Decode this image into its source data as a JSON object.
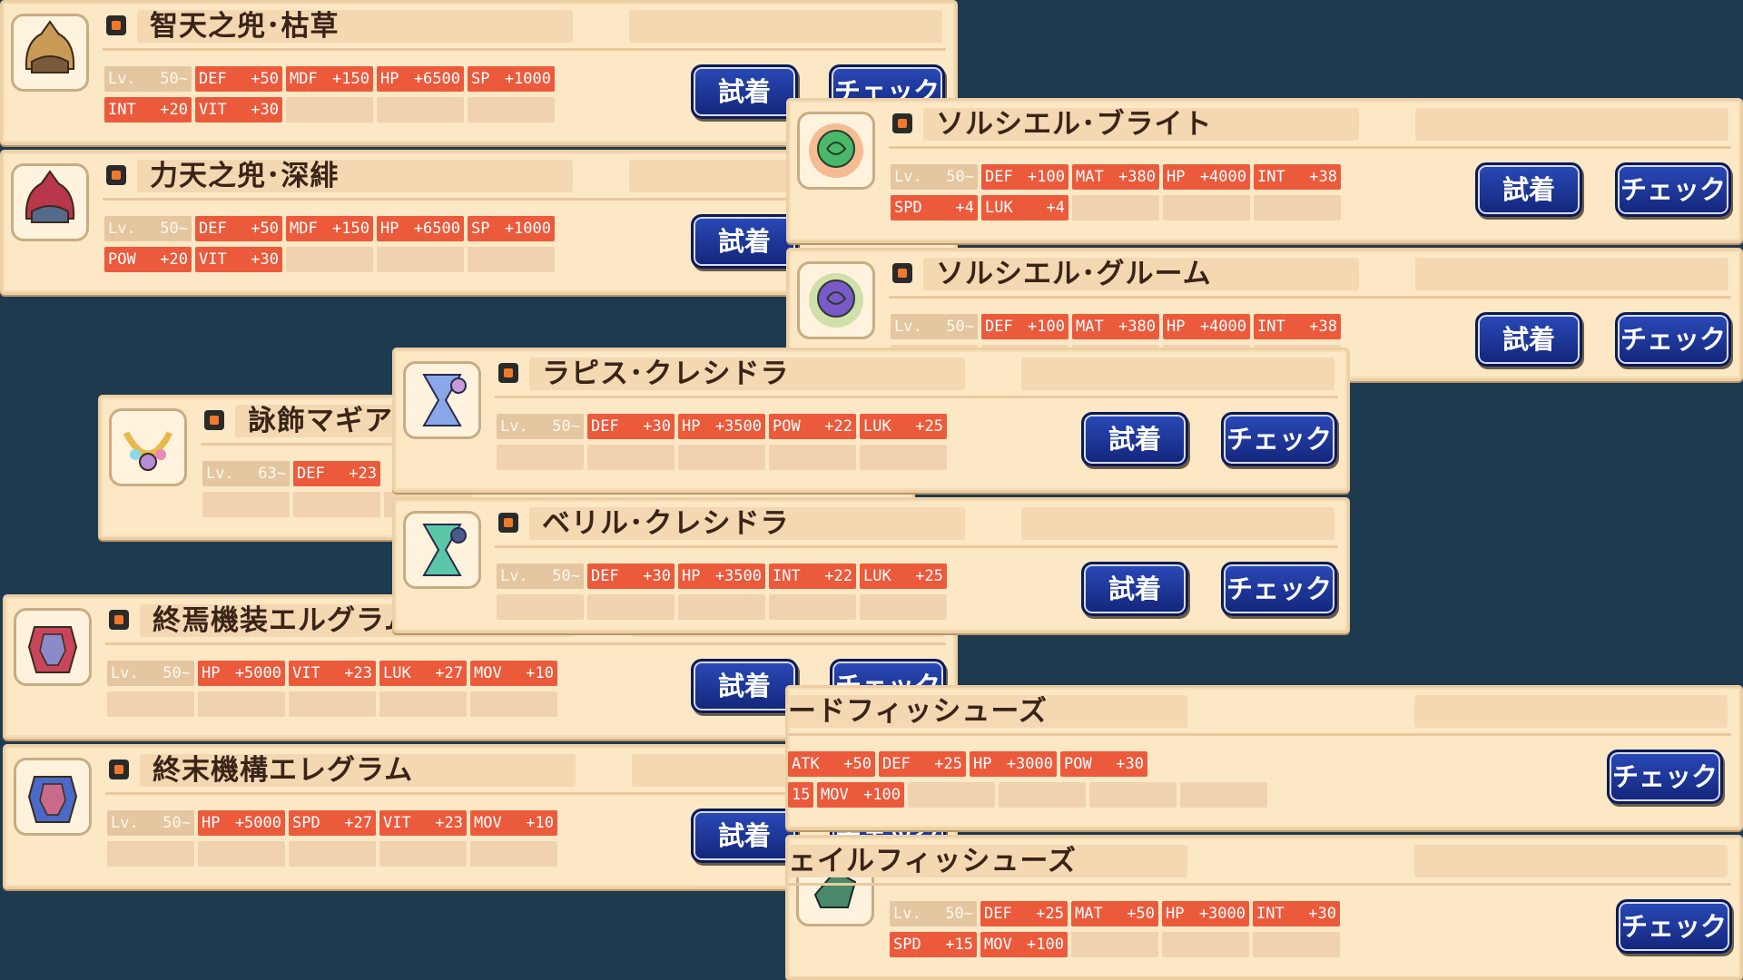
{
  "buttons": {
    "try": "試着",
    "check": "チェック"
  },
  "cards": [
    {
      "id": "chiten",
      "name": "智天之兜･枯草",
      "icon": "helmet-icon",
      "c1": "#c89a56",
      "c2": "#7a5a3a",
      "row1": [
        [
          "Lv.",
          "50~"
        ],
        [
          "DEF",
          "+50"
        ],
        [
          "MDF",
          "+150"
        ],
        [
          "HP",
          "+6500"
        ],
        [
          "SP",
          "+1000"
        ]
      ],
      "row2": [
        [
          "INT",
          "+20"
        ],
        [
          "VIT",
          "+30"
        ]
      ]
    },
    {
      "id": "rikiten",
      "name": "力天之兜･深緋",
      "icon": "helmet-icon",
      "c1": "#b8374a",
      "c2": "#556a8a",
      "row1": [
        [
          "Lv.",
          "50~"
        ],
        [
          "DEF",
          "+50"
        ],
        [
          "MDF",
          "+150"
        ],
        [
          "HP",
          "+6500"
        ],
        [
          "SP",
          "+1000"
        ]
      ],
      "row2": [
        [
          "POW",
          "+20"
        ],
        [
          "VIT",
          "+30"
        ]
      ]
    },
    {
      "id": "eisyoku",
      "name": "詠飾マギア",
      "icon": "necklace-icon",
      "c1": "#e8b84a",
      "c2": "#b48cd8",
      "row1": [
        [
          "Lv.",
          "63~"
        ],
        [
          "DEF",
          "+23"
        ]
      ],
      "row2": []
    },
    {
      "id": "shuen",
      "name": "終焉機装エルグラム",
      "icon": "armor-icon",
      "c1": "#c8465a",
      "c2": "#8a8ac8",
      "row1": [
        [
          "Lv.",
          "50~"
        ],
        [
          "HP",
          "+5000"
        ],
        [
          "VIT",
          "+23"
        ],
        [
          "LUK",
          "+27"
        ],
        [
          "MOV",
          "+10"
        ]
      ],
      "row2": []
    },
    {
      "id": "shumatsu",
      "name": "終末機構エレグラム",
      "icon": "armor-icon",
      "c1": "#4a6ac8",
      "c2": "#c86a8a",
      "row1": [
        [
          "Lv.",
          "50~"
        ],
        [
          "HP",
          "+5000"
        ],
        [
          "SPD",
          "+27"
        ],
        [
          "VIT",
          "+23"
        ],
        [
          "MOV",
          "+10"
        ]
      ],
      "row2": []
    },
    {
      "id": "sorciel-bright",
      "name": "ソルシエル･ブライト",
      "icon": "rose-icon",
      "c1": "#4ab86a",
      "c2": "#e87a3a",
      "row1": [
        [
          "Lv.",
          "50~"
        ],
        [
          "DEF",
          "+100"
        ],
        [
          "MAT",
          "+380"
        ],
        [
          "HP",
          "+4000"
        ],
        [
          "INT",
          "+38"
        ]
      ],
      "row2": [
        [
          "SPD",
          "+4"
        ],
        [
          "LUK",
          "+4"
        ]
      ]
    },
    {
      "id": "sorciel-gloom",
      "name": "ソルシエル･グルーム",
      "icon": "rose-icon",
      "c1": "#7a5ac8",
      "c2": "#9ac86a",
      "row1": [
        [
          "Lv.",
          "50~"
        ],
        [
          "DEF",
          "+100"
        ],
        [
          "MAT",
          "+380"
        ],
        [
          "HP",
          "+4000"
        ],
        [
          "INT",
          "+38"
        ]
      ],
      "row2": []
    },
    {
      "id": "lapis",
      "name": "ラピス･クレシドラ",
      "icon": "hourglass-icon",
      "c1": "#8aa8e8",
      "c2": "#c89ad8",
      "row1": [
        [
          "Lv.",
          "50~"
        ],
        [
          "DEF",
          "+30"
        ],
        [
          "HP",
          "+3500"
        ],
        [
          "POW",
          "+22"
        ],
        [
          "LUK",
          "+25"
        ]
      ],
      "row2": []
    },
    {
      "id": "beryl",
      "name": "ベリル･クレシドラ",
      "icon": "hourglass-icon",
      "c1": "#5ac8a8",
      "c2": "#4a5a8a",
      "row1": [
        [
          "Lv.",
          "50~"
        ],
        [
          "DEF",
          "+30"
        ],
        [
          "HP",
          "+3500"
        ],
        [
          "INT",
          "+22"
        ],
        [
          "LUK",
          "+25"
        ]
      ],
      "row2": []
    },
    {
      "id": "fish-hard",
      "name": "ードフィッシューズ",
      "icon": "shoe-icon",
      "c1": "#4a8a6a",
      "c2": "#2a3a4a",
      "row1": [
        [
          "ATK",
          "+50"
        ],
        [
          "DEF",
          "+25"
        ],
        [
          "HP",
          "+3000"
        ],
        [
          "POW",
          "+30"
        ]
      ],
      "row2": [
        [
          "MOV",
          "+100"
        ]
      ],
      "row2lead": [
        "15"
      ]
    },
    {
      "id": "fish-tail",
      "name": "ェイルフィッシューズ",
      "icon": "shoe-icon",
      "c1": "#4a8a6a",
      "c2": "#2a3a4a",
      "row1": [
        [
          "Lv.",
          "50~"
        ],
        [
          "DEF",
          "+25"
        ],
        [
          "MAT",
          "+50"
        ],
        [
          "HP",
          "+3000"
        ],
        [
          "INT",
          "+30"
        ]
      ],
      "row2": [
        [
          "SPD",
          "+15"
        ],
        [
          "MOV",
          "+100"
        ]
      ]
    }
  ]
}
